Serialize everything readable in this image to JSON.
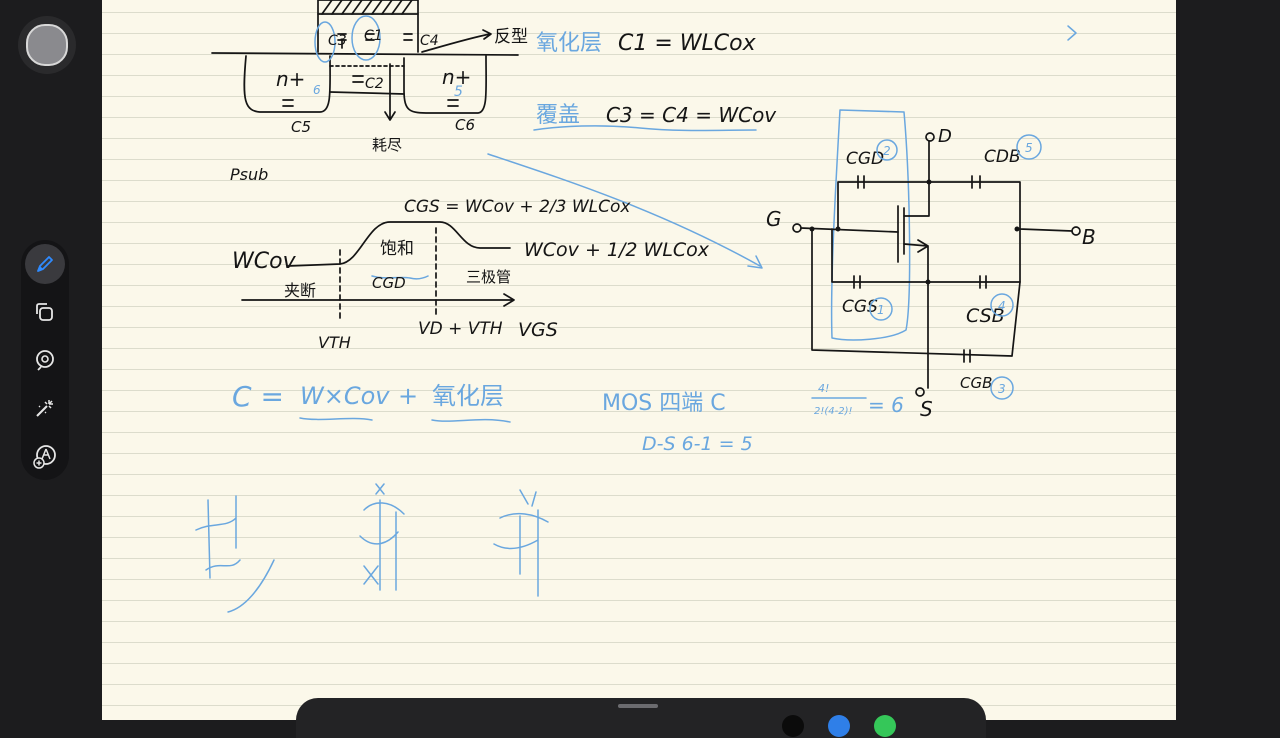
{
  "toolbar": {
    "color_swatch": "#8a8a8e",
    "tools": [
      {
        "name": "pen-tool",
        "icon": "pen-icon",
        "active": true
      },
      {
        "name": "shapes-tool",
        "icon": "shapes-icon",
        "active": false
      },
      {
        "name": "lasso-tool",
        "icon": "lasso-icon",
        "active": false
      },
      {
        "name": "laser-tool",
        "icon": "laser-pointer-icon",
        "active": false
      },
      {
        "name": "add-tool",
        "icon": "add-shape-icon",
        "active": false
      }
    ]
  },
  "notes": {
    "ink_color": "#151515",
    "accent_color": "#6aa7df",
    "cross_section": {
      "caps": [
        "C3",
        "C1",
        "C4",
        "C2",
        "C5",
        "C6"
      ],
      "implants": [
        "n+",
        "n+"
      ],
      "substrate": "Psub",
      "inversion": "反型",
      "depletion": "耗尽"
    },
    "oxide_line": {
      "label": "氧化层",
      "formula": "C1 = WLCox"
    },
    "overlap_line": {
      "label": "覆盖",
      "formula": "C3 = C4 = WCov"
    },
    "cgs_graph": {
      "top_formula": "CGS = WCov + 2/3 WLCox",
      "left_level": "WCov",
      "right_formula": "WCov + 1/2 WLCox",
      "region_cutoff": "夹断",
      "region_saturation": "饱和",
      "region_triode": "三极管",
      "cgd_label": "CGD",
      "tick_vth": "VTH",
      "tick_vd_vth": "VD + VTH",
      "axis": "VGS"
    },
    "sum_formula": {
      "c": "C =",
      "term": "W×Cov",
      "plus": "+",
      "oxide": "氧化层"
    },
    "mos_count": {
      "text": "MOS 四端 C",
      "frac_num": "4!",
      "frac_den": "2!(4-2)!",
      "result": "= 6",
      "sub": "D-S  6-1 = 5"
    },
    "circuit": {
      "terminals": {
        "drain": "D",
        "gate": "G",
        "bulk": "B",
        "source": "S"
      },
      "caps": [
        {
          "label": "CGD",
          "num": "2"
        },
        {
          "label": "CDB",
          "num": "5"
        },
        {
          "label": "CGS",
          "num": "1"
        },
        {
          "label": "CSB",
          "num": "4"
        },
        {
          "label": "CGB",
          "num": "3"
        }
      ]
    }
  }
}
